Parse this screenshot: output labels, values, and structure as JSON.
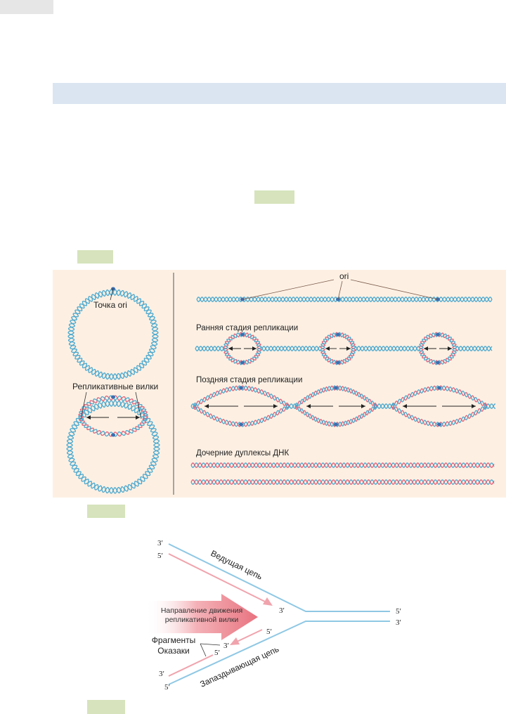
{
  "page": {
    "colors": {
      "page_bg": "#ffffff",
      "corner_tab": "#e6e6e6",
      "header_bar": "#dbe5f1",
      "tag_green": "#d6e3bc",
      "figure_bg": "#fdf0e3",
      "parental_strand": "#4aa8cf",
      "new_strand": "#e0607a",
      "ori_marker": "#3a6fb0"
    }
  },
  "figure1": {
    "left_panel": {
      "ori_point_label": "Точка ori",
      "forks_label": "Репликативные вилки"
    },
    "right_panel": {
      "ori_label": "ori",
      "early_stage_label": "Ранняя стадия репликации",
      "late_stage_label": "Поздняя стадия репликации",
      "daughter_label": "Дочерние дуплексы ДНК"
    }
  },
  "figure2": {
    "leading_strand_label": "Ведущая цепь",
    "lagging_strand_label": "Запаздывающая цепь",
    "direction_line1": "Направление движения",
    "direction_line2": "репликативной вилки",
    "okazaki_line1": "Фрагменты",
    "okazaki_line2": "Оказаки",
    "ends": {
      "top_left_outer": "3′",
      "top_left_inner": "5′",
      "top_arrow_tip": "3′",
      "right_top": "5′",
      "right_bottom": "3′",
      "lower_fragment_start": "5′",
      "okazaki_arrow_end": "3′",
      "okazaki_fragment_start": "5′",
      "bottom_left_inner": "3′",
      "bottom_left_outer": "5′"
    }
  }
}
